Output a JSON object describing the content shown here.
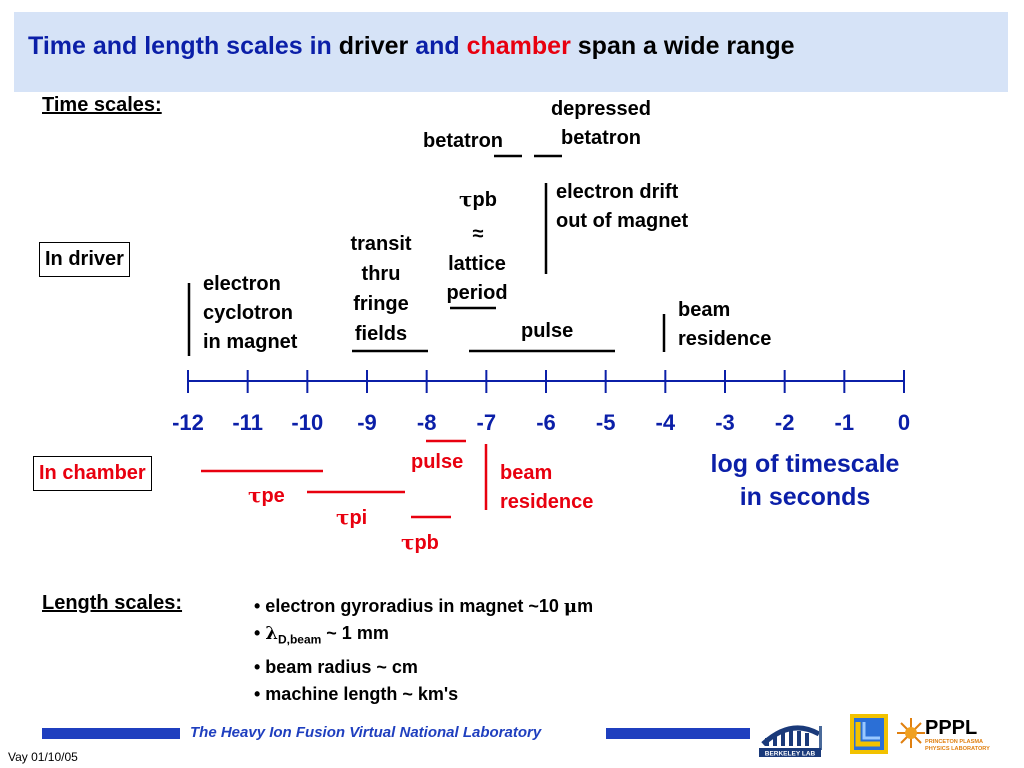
{
  "title": {
    "part1": "Time and length scales in",
    "part2": "driver",
    "part3": "and",
    "part4": "chamber",
    "part5": "span a wide range"
  },
  "time_scales_heading": "Time scales:",
  "driver_box": "In driver",
  "chamber_box": "In chamber",
  "driver_labels": {
    "betatron": "betatron",
    "depressed_betatron": "depressed\nbetatron",
    "tau_pb_symbol": "τ",
    "tau_pb_sub": "pb",
    "approx": "≈",
    "lattice_period": "lattice\nperiod",
    "electron_drift": "electron drift\nout of magnet",
    "transit": "transit\nthru\nfringe\nfields",
    "electron_cyclotron": "electron\ncyclotron\nin magnet",
    "pulse": "pulse",
    "beam_residence": "beam\nresidence"
  },
  "axis": {
    "tick_labels": [
      "-12",
      "-11",
      "-10",
      "-9",
      "-8",
      "-7",
      "-6",
      "-5",
      "-4",
      "-3",
      "-2",
      "-1",
      "0"
    ],
    "caption": "log of timescale\nin seconds"
  },
  "chamber_labels": {
    "pulse": "pulse",
    "beam_residence": "beam\nresidence",
    "tau_symbol": "τ",
    "pe_sub": "pe",
    "pi_sub": "pi",
    "pb_sub": "pb"
  },
  "length_scales_heading": "Length scales:",
  "length_scales": [
    {
      "prefix": "• electron gyroradius in magnet ~10 ",
      "greek": "μ",
      "suffix": "m"
    },
    {
      "prefix": "• ",
      "greek": "λ",
      "sub": "D,beam",
      "suffix": " ~ 1 mm"
    },
    {
      "prefix": "• beam radius ~ cm"
    },
    {
      "prefix": "• machine length ~ km's"
    }
  ],
  "footer": {
    "text": "The Heavy Ion Fusion Virtual National Laboratory",
    "date": "Vay 01/10/05",
    "logos": [
      "BERKELEY LAB",
      "LLNL",
      "PPPL"
    ],
    "pppl_sub": "PRINCETON PLASMA\nPHYSICS LABORATORY"
  },
  "colors": {
    "navy": "#0b1fa8",
    "red": "#e8000f",
    "title_bg": "#d6e3f7",
    "footer_bar": "#1f3fbf"
  }
}
